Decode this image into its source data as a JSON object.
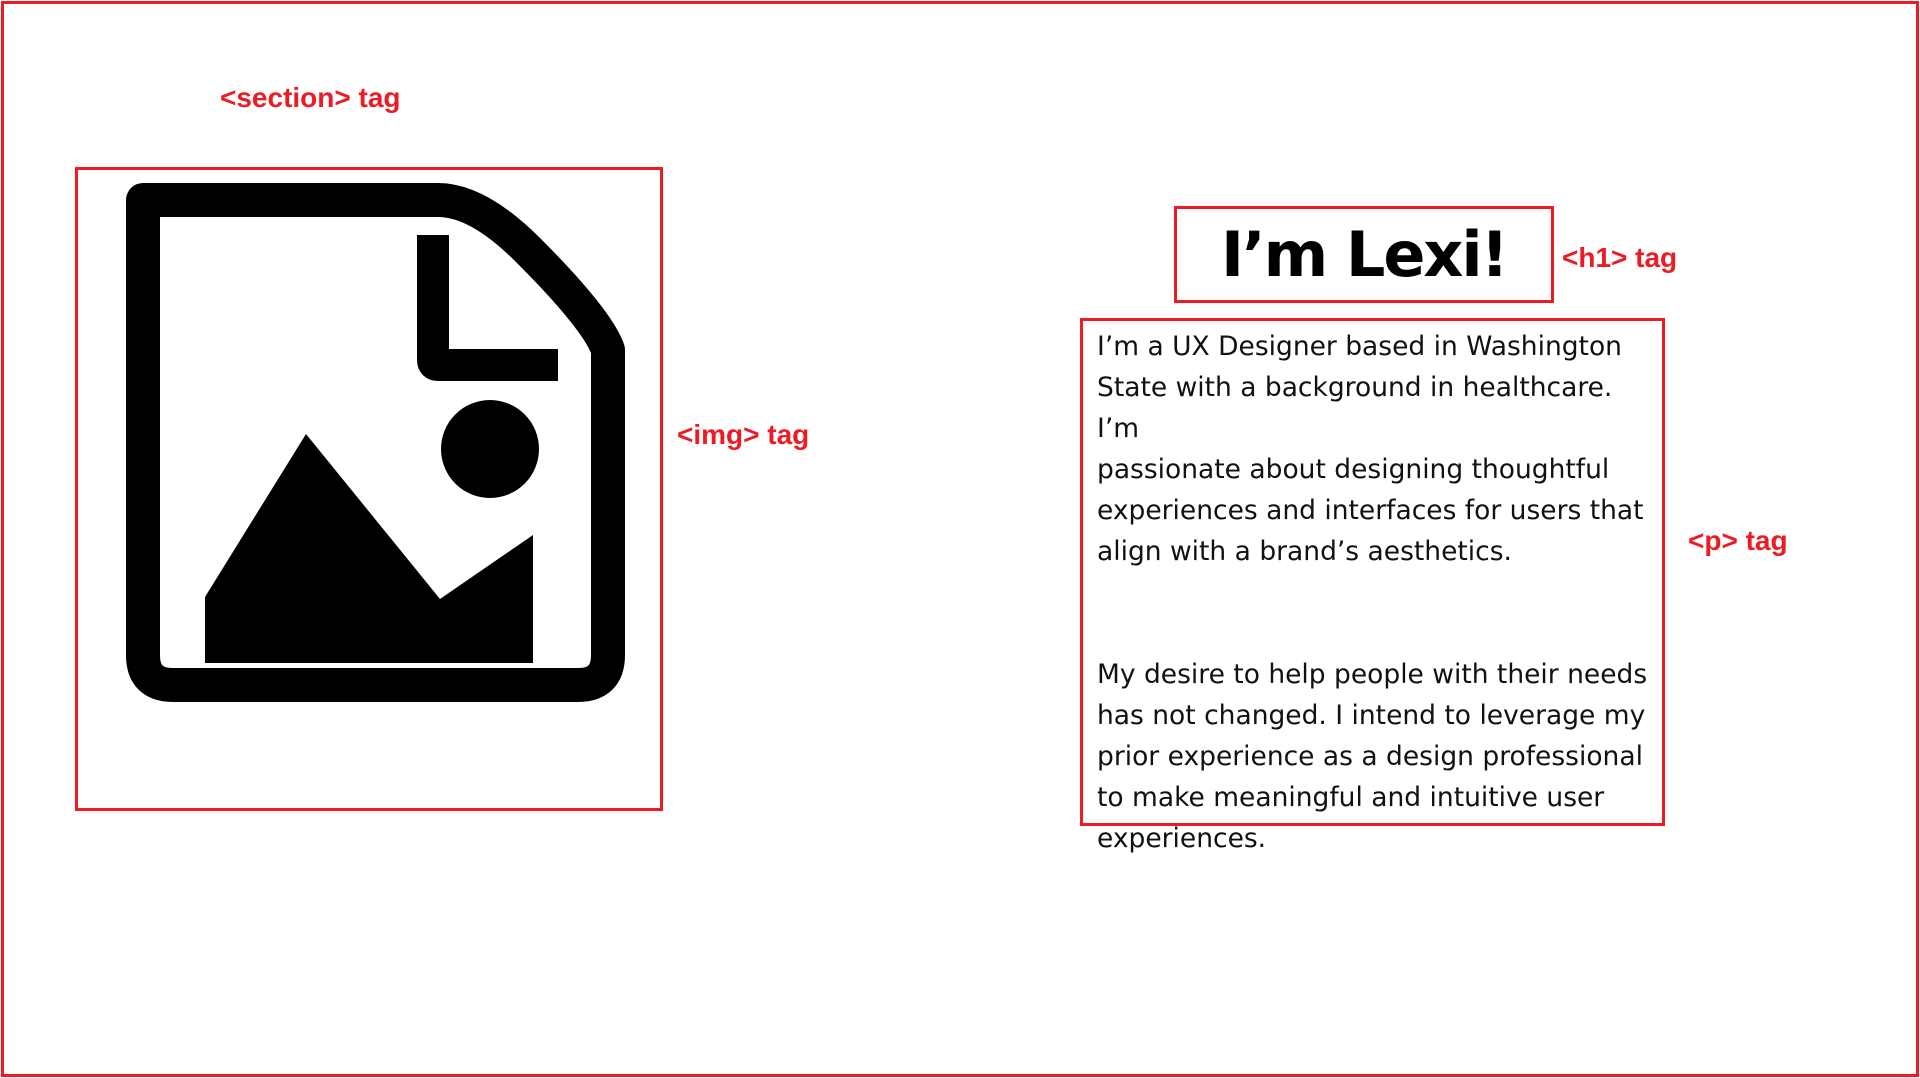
{
  "annotations": {
    "section_label": "<section> tag",
    "img_label": "<img> tag",
    "h1_label": "<h1> tag",
    "p_label": "<p> tag"
  },
  "content": {
    "heading": "I’m Lexi!",
    "paragraph_1_lines": [
      "I’m a UX Designer based in Washington",
      "State with a background in healthcare. I’m",
      "passionate about designing thoughtful",
      "experiences and interfaces for users that",
      "align with a brand’s aesthetics."
    ],
    "paragraph_2_lines": [
      "My desire to help people with their needs",
      "has not changed. I intend to leverage my",
      "prior experience as a design professional",
      "to make meaningful and intuitive user",
      "experiences."
    ],
    "image_icon": "image-file-icon"
  },
  "colors": {
    "annotation": "#ec1c24",
    "icon": "#000000",
    "text": "#111111",
    "background": "#ffffff"
  }
}
